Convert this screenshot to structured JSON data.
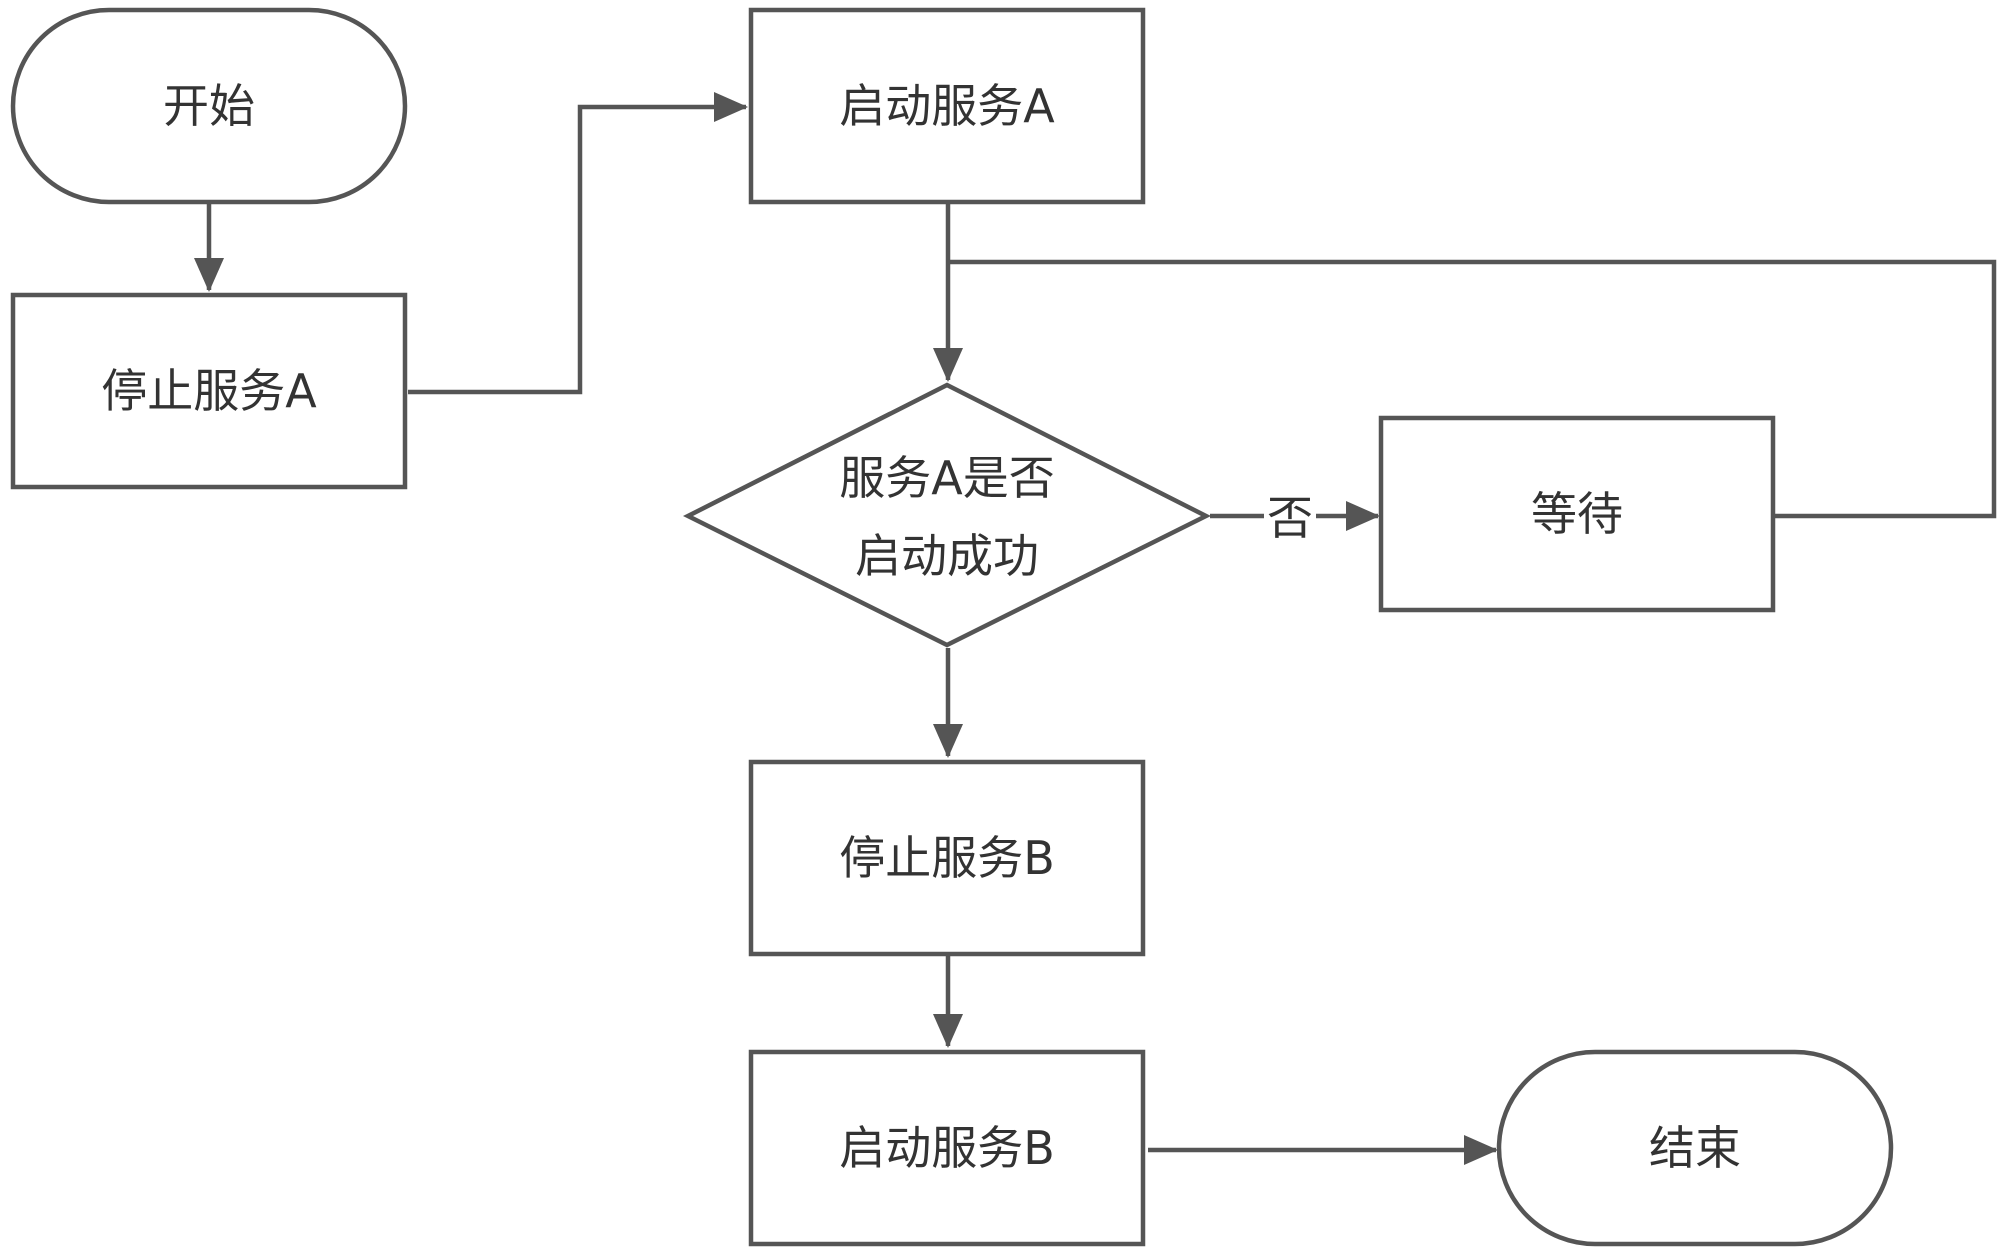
{
  "diagram": {
    "type": "flowchart",
    "colors": {
      "stroke": "#555555",
      "text": "#333333",
      "fill": "#ffffff"
    },
    "nodes": {
      "start": {
        "shape": "terminal",
        "label": "开始"
      },
      "stop_a": {
        "shape": "process",
        "label": "停止服务A"
      },
      "start_a": {
        "shape": "process",
        "label": "启动服务A"
      },
      "check": {
        "shape": "decision",
        "lines": [
          "服务A是否",
          "启动成功"
        ]
      },
      "wait": {
        "shape": "process",
        "label": "等待"
      },
      "stop_b": {
        "shape": "process",
        "label": "停止服务B"
      },
      "start_b": {
        "shape": "process",
        "label": "启动服务B"
      },
      "end": {
        "shape": "terminal",
        "label": "结束"
      }
    },
    "edges": [
      {
        "from": "start",
        "to": "stop_a",
        "label": ""
      },
      {
        "from": "stop_a",
        "to": "start_a",
        "label": ""
      },
      {
        "from": "start_a",
        "to": "check",
        "label": ""
      },
      {
        "from": "check",
        "to": "wait",
        "label": "否"
      },
      {
        "from": "wait",
        "to": "check",
        "label": ""
      },
      {
        "from": "check",
        "to": "stop_b",
        "label": ""
      },
      {
        "from": "stop_b",
        "to": "start_b",
        "label": ""
      },
      {
        "from": "start_b",
        "to": "end",
        "label": ""
      }
    ]
  }
}
